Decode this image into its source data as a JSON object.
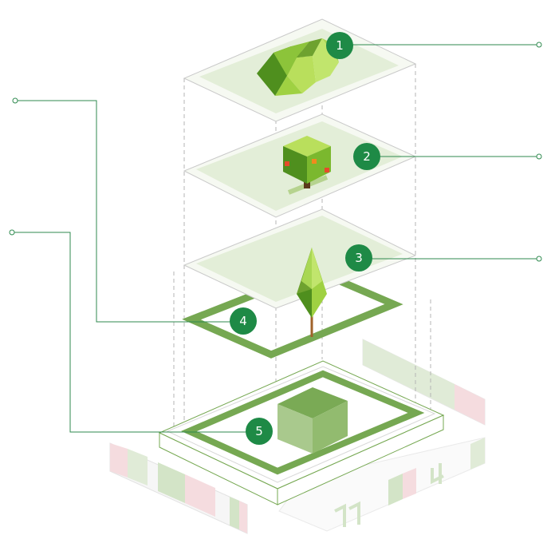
{
  "colors": {
    "badge": "#1e8a46",
    "leader_line": "#2f8a4f",
    "frame_green": "#76a852",
    "plane_fill": "#e8f1dd",
    "plane_edge": "#c9c9c9",
    "dashed_guide": "#b5b5b5",
    "foliage_light": "#b9df5c",
    "foliage_mid": "#8cc43a",
    "foliage_dark": "#4f8f1e",
    "trunk": "#a0622a",
    "fruit": "#e54b2a",
    "faded_green": "#cfe2c2",
    "faded_pink": "#f4d9dc"
  },
  "layers": [
    {
      "label": "1",
      "content": "shrub-cluster"
    },
    {
      "label": "2",
      "content": "cube-tree-with-fruit"
    },
    {
      "label": "3",
      "content": "empty-plane"
    },
    {
      "label": "4",
      "content": "cypress-tree-frame"
    },
    {
      "label": "5",
      "content": "box-planter-base"
    }
  ],
  "icons": {
    "layer1": "shrub-icon",
    "layer2": "fruit-tree-icon",
    "layer4": "cypress-tree-icon",
    "layer5": "planter-box-icon"
  }
}
